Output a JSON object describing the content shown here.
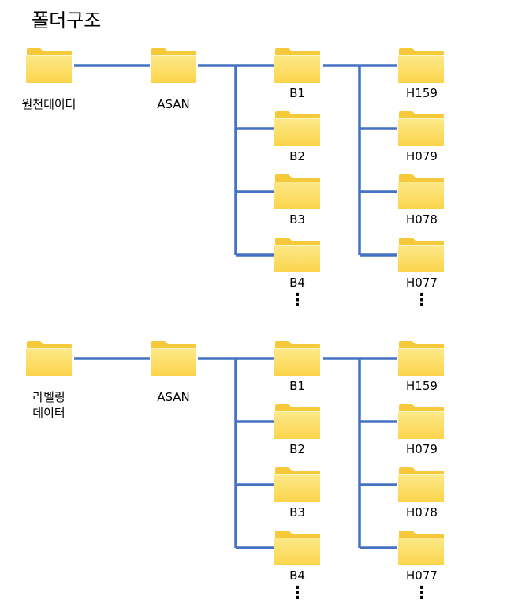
{
  "title": "폴더구조",
  "colors": {
    "connector": "#4472c4",
    "folder_front_top": "#fde98a",
    "folder_front_bottom": "#fbd44b",
    "folder_back": "#f6c93b"
  },
  "icons": {
    "folder": "folder-icon",
    "more": "vertical-ellipsis-icon"
  },
  "groups": [
    {
      "root_label_lines": [
        "원천데이터"
      ],
      "middle_label": "ASAN",
      "level2": [
        "B1",
        "B2",
        "B3",
        "B4"
      ],
      "level3": [
        "H159",
        "H079",
        "H078",
        "H077"
      ],
      "more": "⋮"
    },
    {
      "root_label_lines": [
        "라벨링",
        "데이터"
      ],
      "middle_label": "ASAN",
      "level2": [
        "B1",
        "B2",
        "B3",
        "B4"
      ],
      "level3": [
        "H159",
        "H079",
        "H078",
        "H077"
      ],
      "more": "⋮"
    }
  ]
}
